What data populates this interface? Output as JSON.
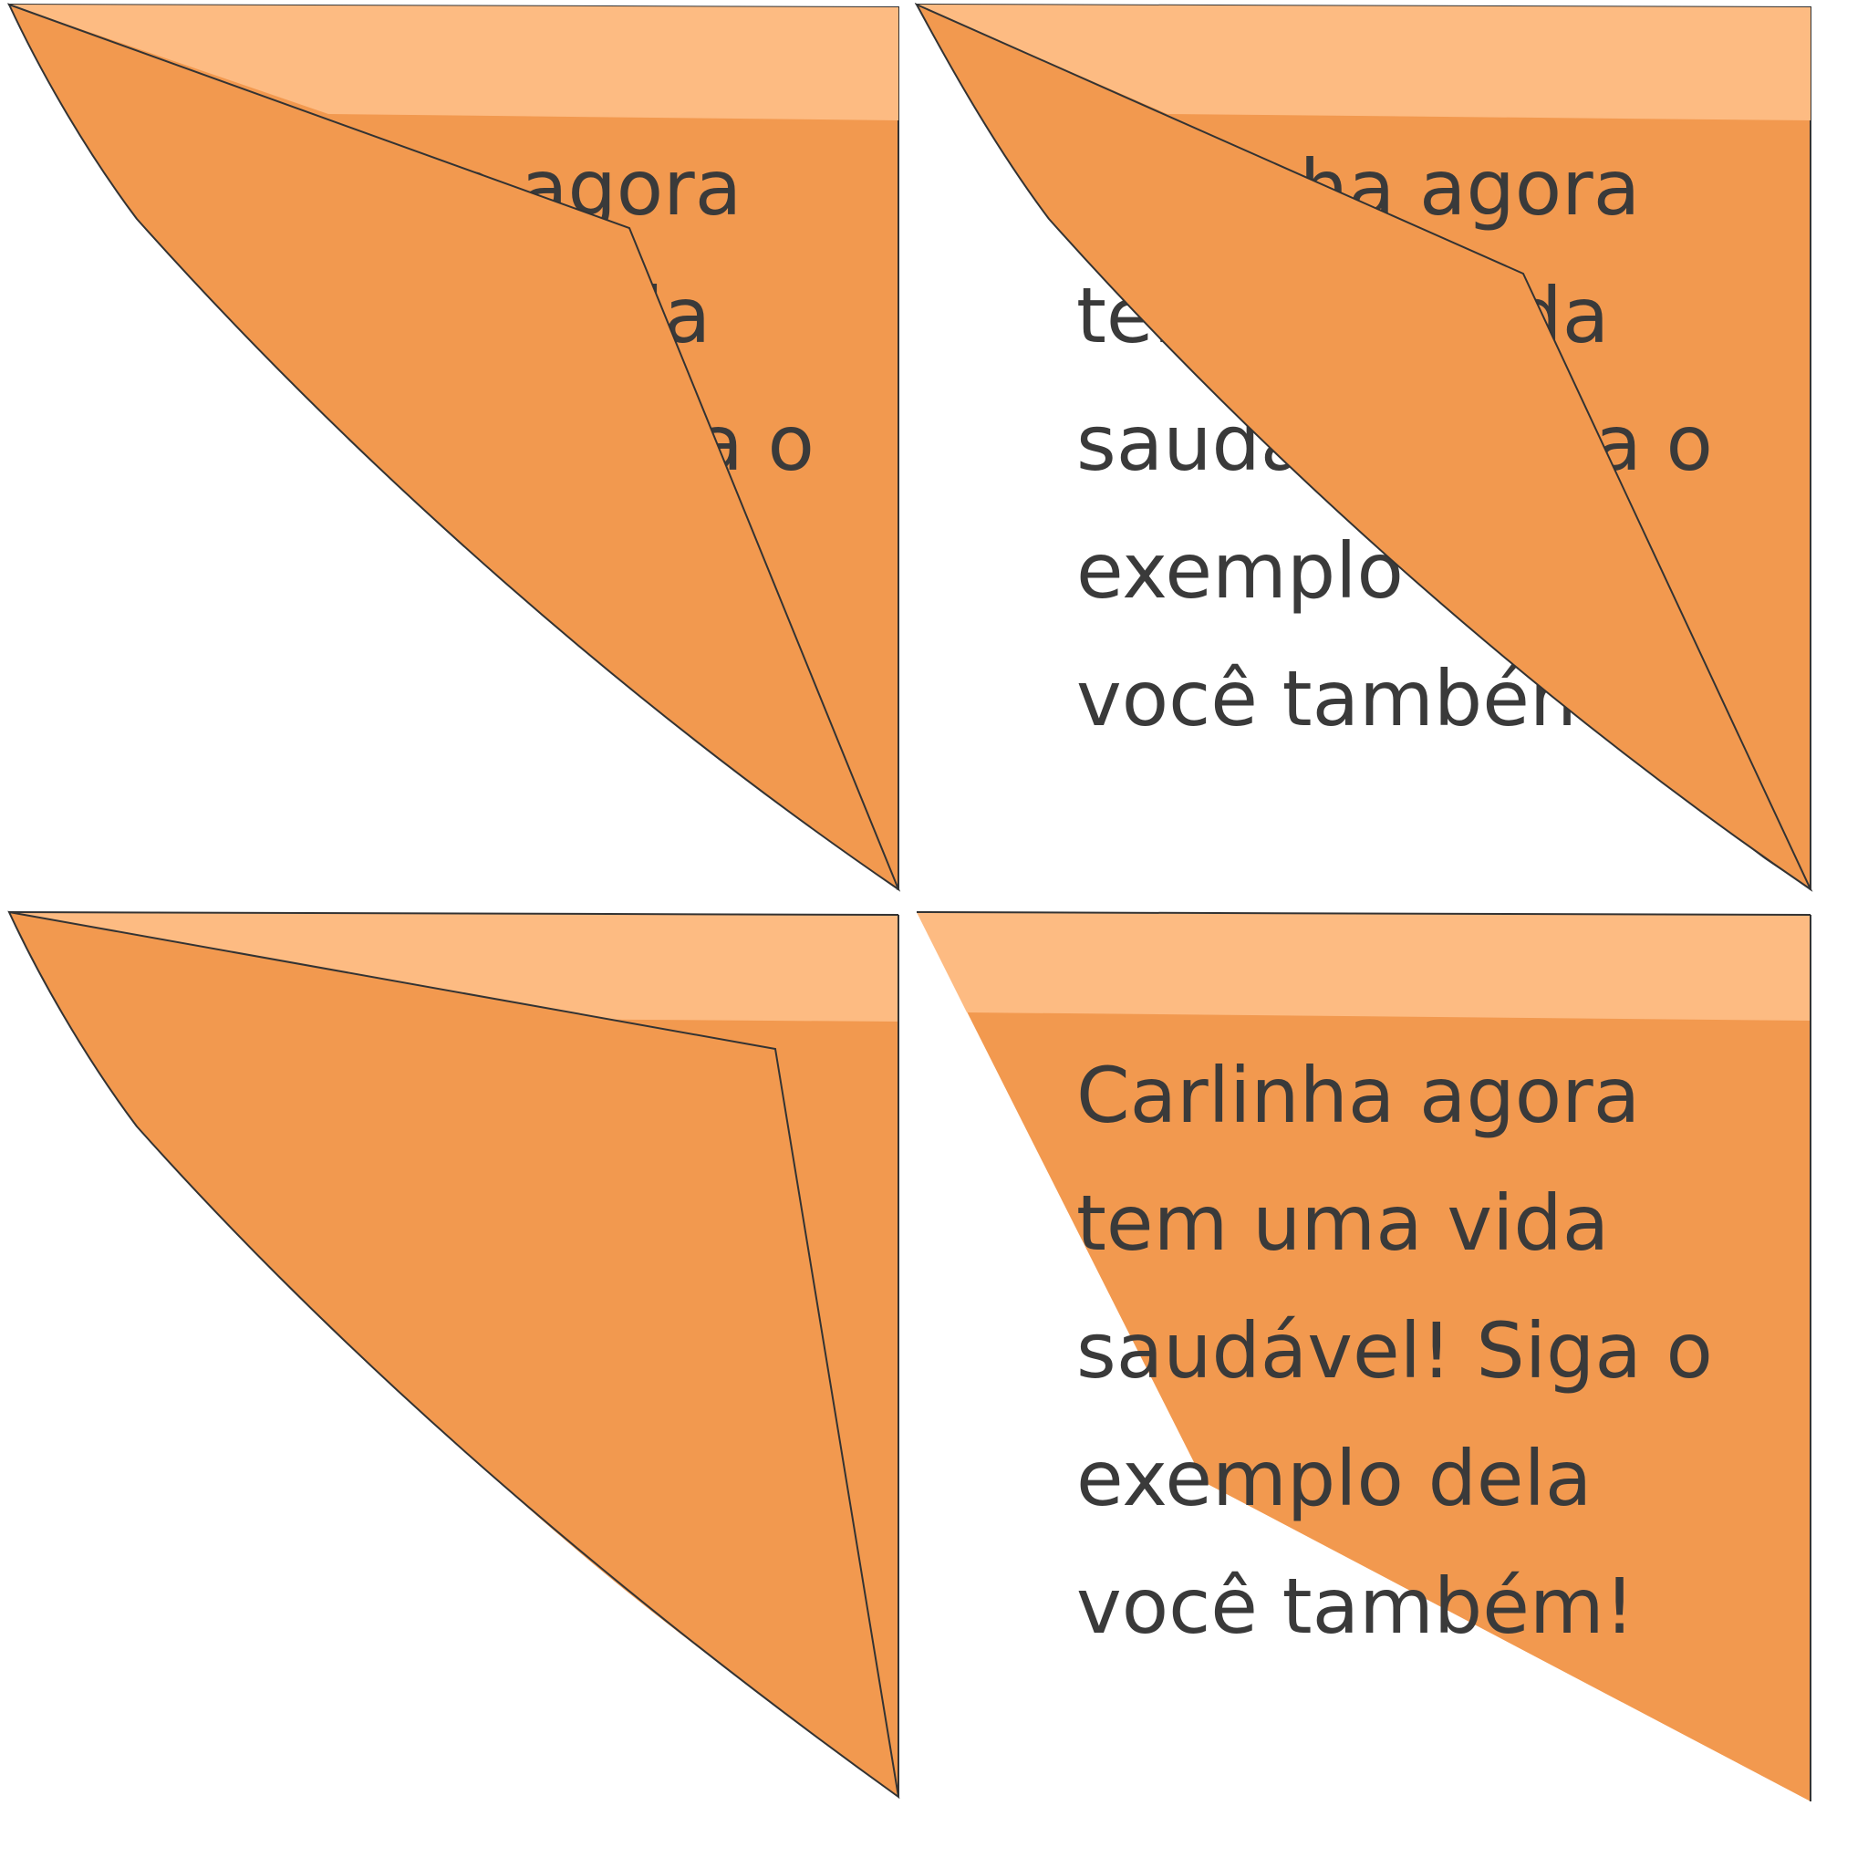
{
  "note": {
    "lines": [
      "Carlinha agora",
      "tem uma vida",
      "saudável! Siga o",
      "exemplo dela",
      "você também!"
    ]
  },
  "colors": {
    "paper_orange": "#f2994f",
    "paper_highlight": "#fdbb82",
    "outline": "#333333",
    "text": "#3a3a3a",
    "background": "#ffffff"
  },
  "frames": [
    {
      "id": "frame-1",
      "stage": "curl-start"
    },
    {
      "id": "frame-2",
      "stage": "curl-mid"
    },
    {
      "id": "frame-3",
      "stage": "curl-late"
    },
    {
      "id": "frame-4",
      "stage": "revealed"
    }
  ]
}
